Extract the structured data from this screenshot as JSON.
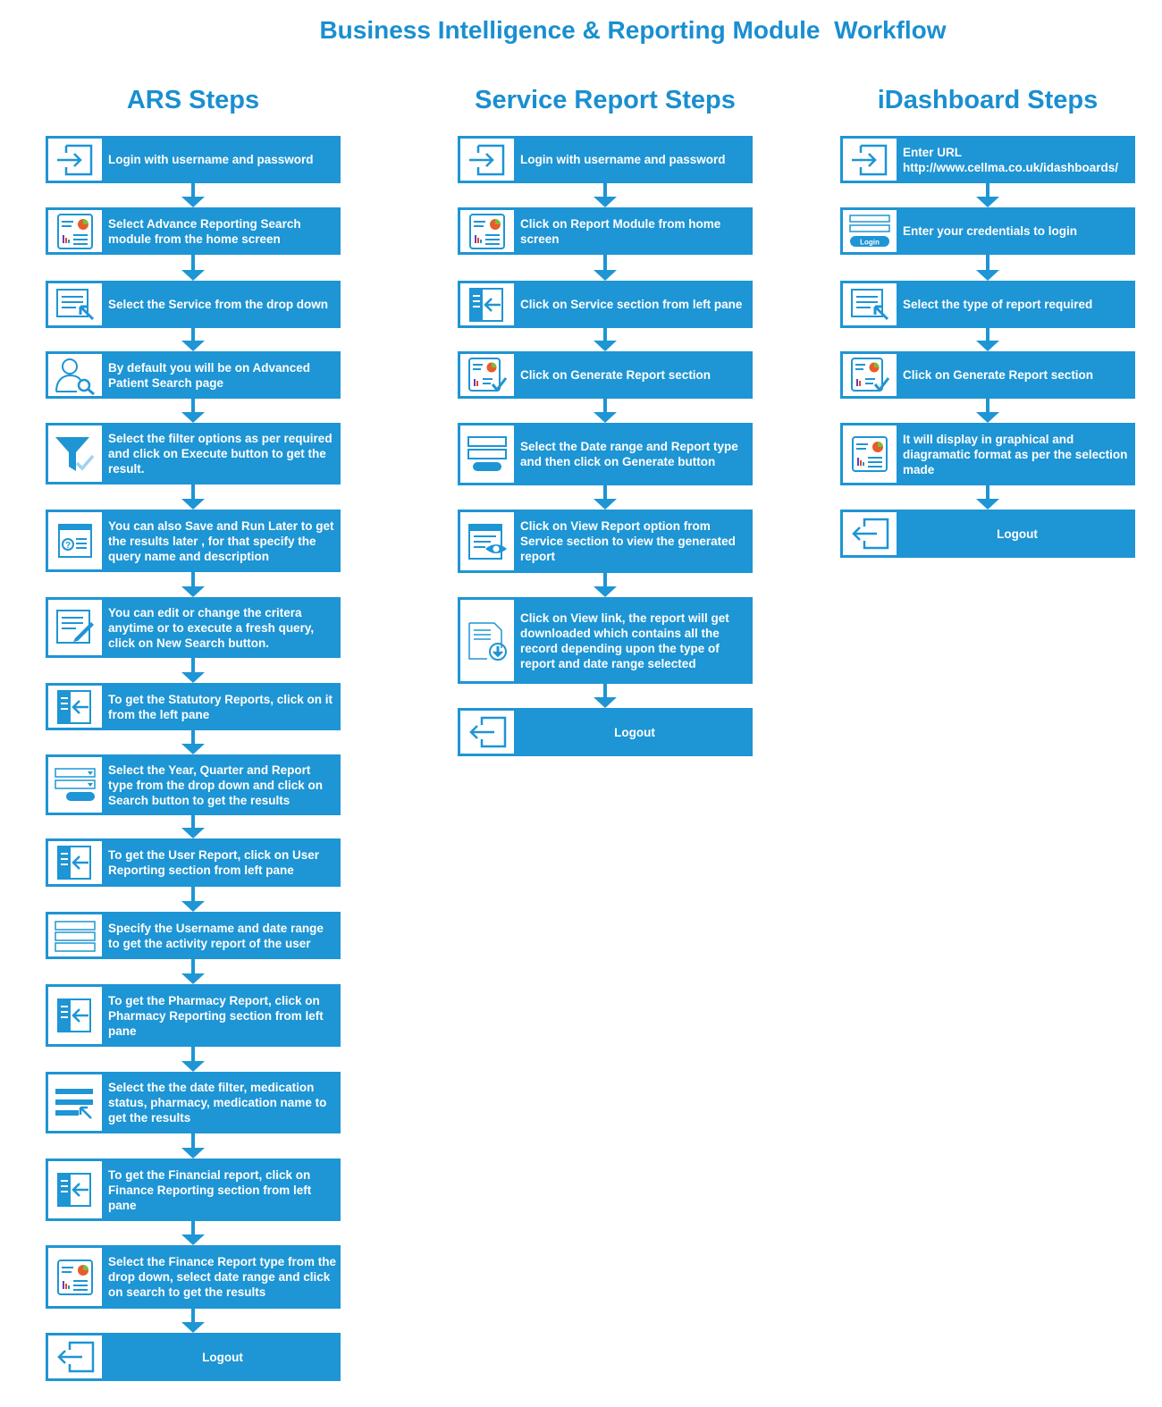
{
  "title": "Business Intelligence & Reporting Module  Workflow",
  "columns": [
    {
      "heading": "ARS Steps",
      "steps": [
        {
          "text": "Login with username and password",
          "icon": "login-icon"
        },
        {
          "text": "Select Advance Reporting Search module from the home screen",
          "icon": "report-dashboard-icon"
        },
        {
          "text": "Select the Service from the drop down",
          "icon": "select-cursor-icon"
        },
        {
          "text": "By default you will be on Advanced Patient Search page",
          "icon": "patient-search-icon"
        },
        {
          "text": "Select the filter options as per required and click on Execute button to get the result.",
          "icon": "filter-check-icon"
        },
        {
          "text": "You can also Save and Run Later to get the results later , for that specify the query name and description",
          "icon": "save-query-icon"
        },
        {
          "text": "You can edit or change the critera anytime or to execute a fresh query, click on New Search button.",
          "icon": "edit-document-icon"
        },
        {
          "text": "To get the Statutory Reports, click on it from the left pane",
          "icon": "left-pane-icon"
        },
        {
          "text": "Select the Year, Quarter and Report type from the drop down and click on Search button to get the results",
          "icon": "dropdown-form-icon"
        },
        {
          "text": "To get the User Report, click on User Reporting section from left pane",
          "icon": "left-pane-icon"
        },
        {
          "text": "Specify the Username and date range to get the activity report of the user",
          "icon": "form-fields-icon"
        },
        {
          "text": "To get the Pharmacy Report, click on Pharmacy Reporting section from left pane",
          "icon": "left-pane-icon"
        },
        {
          "text": "Select the the date filter, medication status, pharmacy, medication name to get the results",
          "icon": "filter-list-icon"
        },
        {
          "text": "To get the Financial report, click on Finance Reporting section from left pane",
          "icon": "left-pane-icon"
        },
        {
          "text": "Select the Finance Report type from the drop down, select date range and click on search to get the results",
          "icon": "report-dashboard-icon"
        },
        {
          "text": "Logout",
          "icon": "logout-icon"
        }
      ]
    },
    {
      "heading": "Service Report Steps",
      "steps": [
        {
          "text": "Login with username and password",
          "icon": "login-icon"
        },
        {
          "text": "Click on Report Module from home screen",
          "icon": "report-dashboard-icon"
        },
        {
          "text": "Click on Service section from left pane",
          "icon": "left-pane-icon"
        },
        {
          "text": "Click on Generate Report section",
          "icon": "report-check-icon"
        },
        {
          "text": "Select the Date range and Report type and then click on Generate button",
          "icon": "form-button-icon"
        },
        {
          "text": "Click on View Report option from Service section to view the generated report",
          "icon": "view-report-icon"
        },
        {
          "text": "Click on View link, the report will get downloaded which contains all the record depending upon the type of report and date range selected",
          "icon": "download-document-icon"
        },
        {
          "text": "Logout",
          "icon": "logout-icon"
        }
      ]
    },
    {
      "heading": "iDashboard Steps",
      "steps": [
        {
          "text": "Enter URL\nhttp://www.cellma.co.uk/idashboards/",
          "icon": "login-icon"
        },
        {
          "text": "Enter your credentials to login",
          "icon": "login-form-icon",
          "icon_text": "Login"
        },
        {
          "text": "Select the type of report required",
          "icon": "select-cursor-icon"
        },
        {
          "text": "Click on Generate Report section",
          "icon": "report-check-icon"
        },
        {
          "text": "It will display in graphical and diagramatic format as per the selection made",
          "icon": "report-dashboard-icon"
        },
        {
          "text": "Logout",
          "icon": "logout-icon"
        }
      ]
    }
  ],
  "colors": {
    "accent": "#1e95d4",
    "title": "#1a8fd0",
    "icon_stroke": "#1e95d4"
  }
}
